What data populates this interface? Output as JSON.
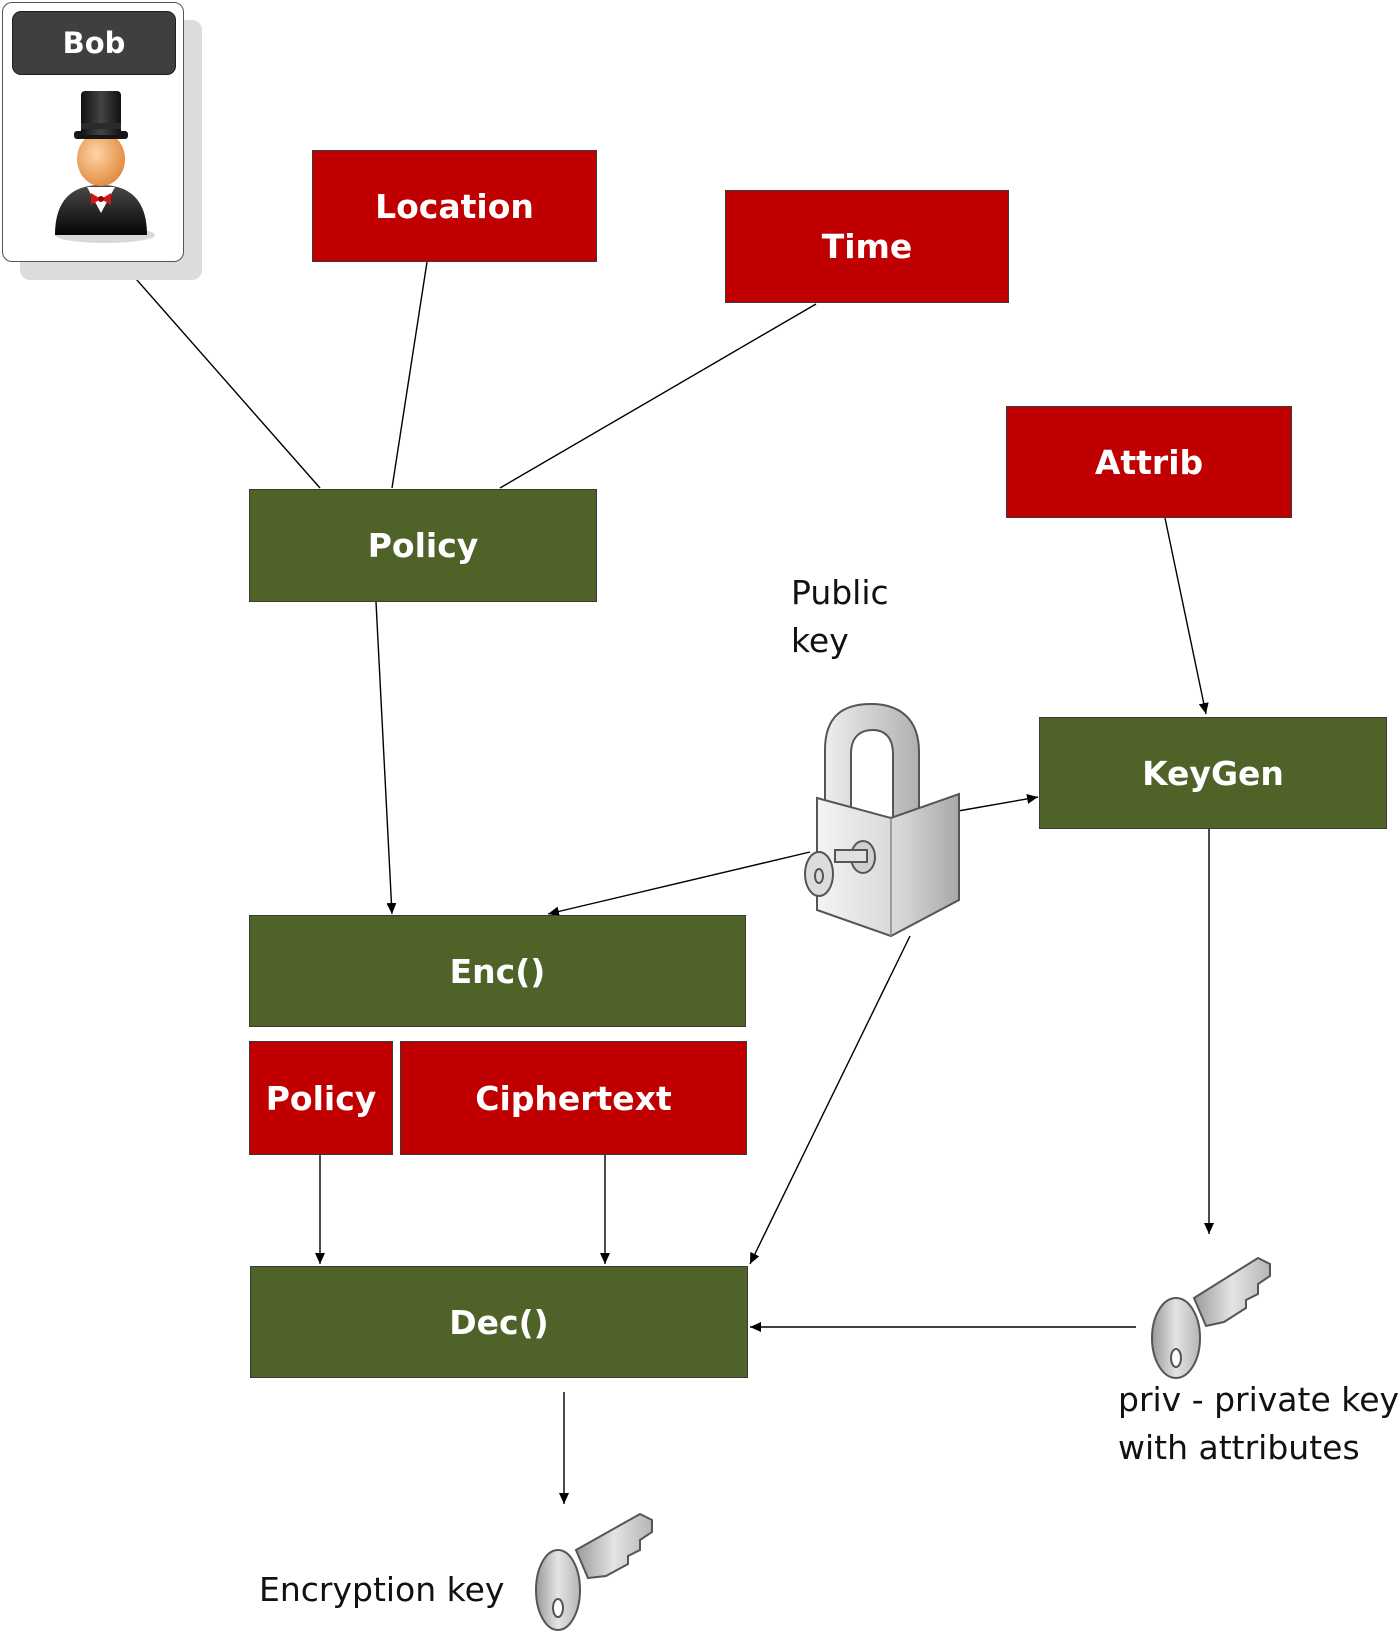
{
  "actor": {
    "name": "Bob"
  },
  "nodes": {
    "location": "Location",
    "time": "Time",
    "attrib": "Attrib",
    "policy": "Policy",
    "keygen": "KeyGen",
    "enc": "Enc()",
    "policy_out": "Policy",
    "ciphertext": "Ciphertext",
    "dec": "Dec()"
  },
  "labels": {
    "public_key": [
      "Public",
      "key"
    ],
    "private_key": [
      "priv - private key",
      "with attributes"
    ],
    "encryption_key": "Encryption key"
  },
  "colors": {
    "attribute_box": "#c00000",
    "process_box": "#4f6228",
    "box_text": "#ffffff",
    "edge": "#000000",
    "actor_label": "#3f3f3f"
  },
  "icons": {
    "actor": "person-top-hat-icon",
    "public_key": "padlock-with-key-icon",
    "private_key": "key-icon",
    "encryption_key": "key-icon"
  }
}
